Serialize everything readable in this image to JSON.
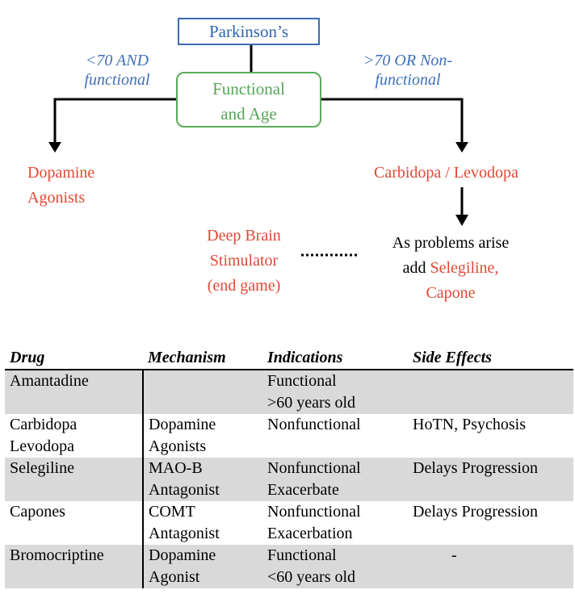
{
  "flowchart": {
    "root": "Parkinson’s",
    "decision": "Functional\nand Age",
    "left_condition": "<70 AND\nfunctional",
    "right_condition": ">70 OR Non-\nfunctional",
    "left_outcome": "Dopamine\nAgonists",
    "right_outcome": "Carbidopa / Levodopa",
    "dbs": "Deep Brain\nStimulator\n(end game)",
    "next_step_prefix": "As problems arise",
    "next_step_add": "add ",
    "next_step_drugs_1": "Selegiline,",
    "next_step_drugs_2": "Capone",
    "colors": {
      "blue": "#2e67b0",
      "green": "#55a655",
      "red": "#e04836"
    }
  },
  "table": {
    "headers": [
      "Drug",
      "Mechanism",
      "Indications",
      "Side Effects"
    ],
    "rows": [
      {
        "drug": "Amantadine",
        "mechanism": "",
        "indications": "Functional\n>60 years old",
        "side_effects": ""
      },
      {
        "drug": "Carbidopa\nLevodopa",
        "mechanism": "Dopamine\nAgonists",
        "indications": "Nonfunctional",
        "side_effects": "HoTN, Psychosis"
      },
      {
        "drug": "Selegiline",
        "mechanism": "MAO-B\nAntagonist",
        "indications": "Nonfunctional\nExacerbate",
        "side_effects": "Delays Progression"
      },
      {
        "drug": "Capones",
        "mechanism": "COMT\nAntagonist",
        "indications": "Nonfunctional\nExacerbation",
        "side_effects": "Delays Progression"
      },
      {
        "drug": "Bromocriptine",
        "mechanism": "Dopamine\nAgonist",
        "indications": "Functional\n<60 years old",
        "side_effects": "-"
      }
    ]
  }
}
